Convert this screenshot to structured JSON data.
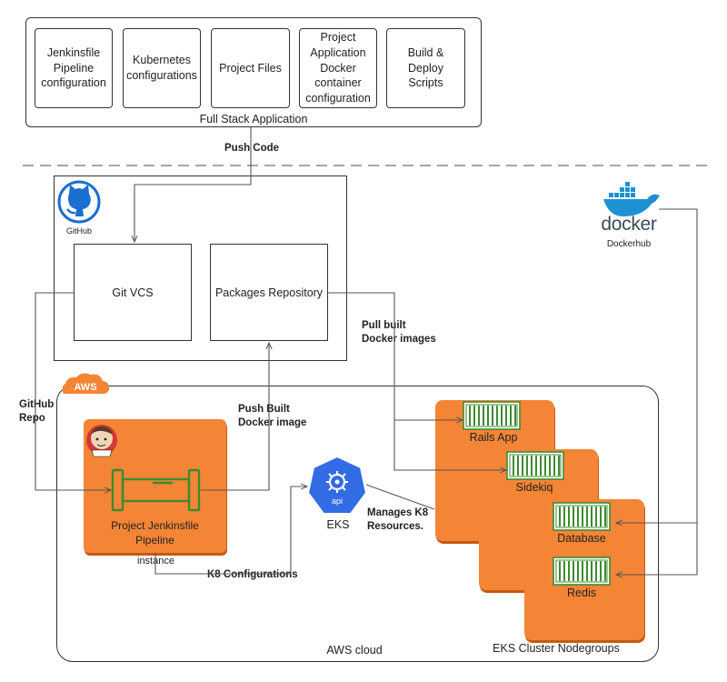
{
  "full_stack": {
    "title": "Full Stack Application",
    "items": [
      "Jenkinsfile Pipeline configuration",
      "Kubernetes configurations",
      "Project Files",
      "Project Application Docker container configuration",
      "Build & Deploy Scripts"
    ]
  },
  "edges": {
    "push_code": "Push Code",
    "github_repo": "GitHub Repo",
    "push_built": "Push Built Docker image",
    "pull_built": "Pull built Docker images",
    "k8_configs": "K8 Configurations",
    "manages": "Manages K8 Resources."
  },
  "github": {
    "label": "GitHub",
    "git_vcs": "Git VCS",
    "packages_repo": "Packages Repository"
  },
  "docker": {
    "wordmark": "docker",
    "label": "Dockerhub"
  },
  "aws": {
    "badge": "AWS",
    "cloud_label": "AWS cloud",
    "jenkins_label": "Project Jenkinsfile Pipeline",
    "instance_label": "instance",
    "eks_label": "EKS",
    "eks_badge": "api",
    "nodegroups_label": "EKS Cluster Nodegroups",
    "containers": [
      "Rails App",
      "Sidekiq",
      "Database",
      "Redis"
    ]
  },
  "colors": {
    "orange": "#f58536",
    "orange_dark": "#d86613",
    "green": "#3d8b2f",
    "github_blue": "#1a6fd1",
    "docker_blue": "#1d91d2",
    "eks_blue": "#326ce5"
  }
}
